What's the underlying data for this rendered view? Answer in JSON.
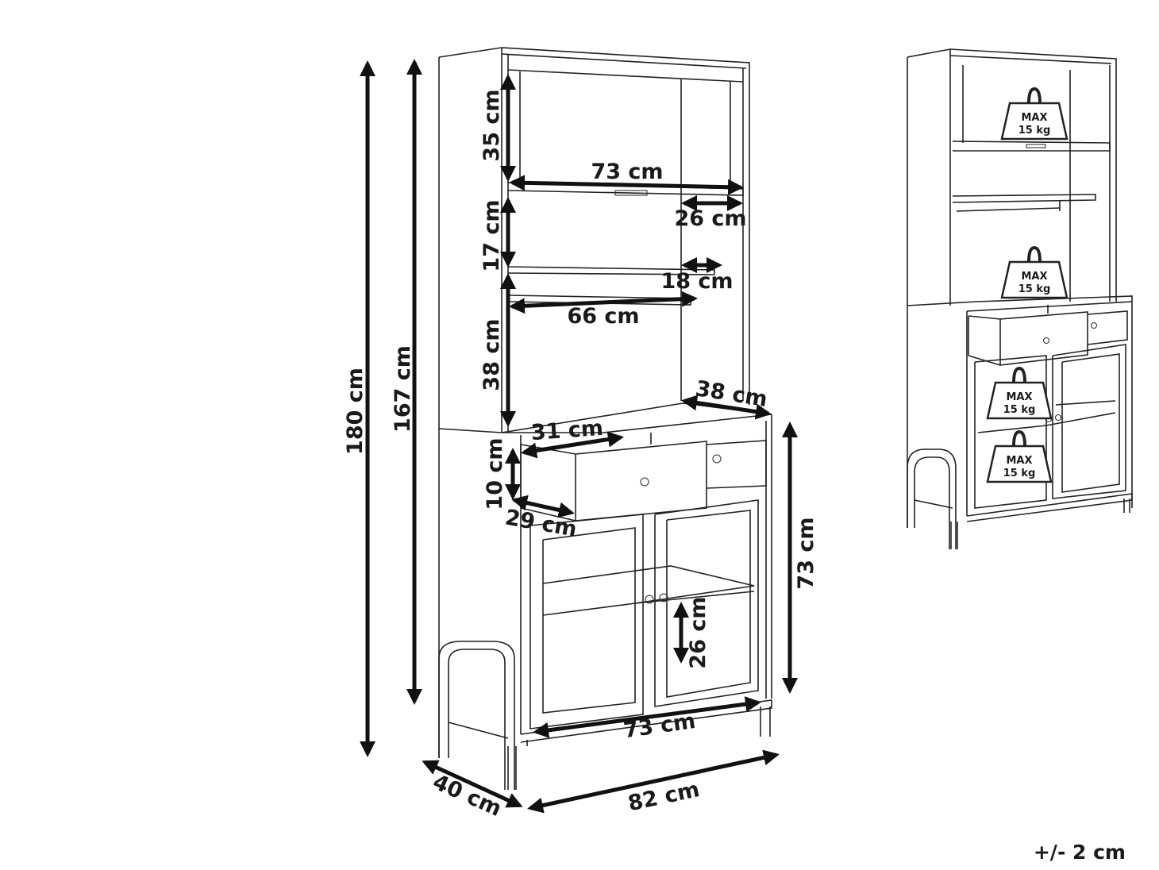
{
  "main_drawing": {
    "labels": {
      "h_total": "180 cm",
      "h_167": "167 cm",
      "h_35": "35 cm",
      "w_73_top": "73 cm",
      "w_26": "26 cm",
      "h_17": "17 cm",
      "w_18": "18 cm",
      "w_66": "66 cm",
      "h_38": "38 cm",
      "d_38": "38 cm",
      "w_31": "31 cm",
      "h_10": "10 cm",
      "d_29": "29 cm",
      "h_73": "73 cm",
      "h_26": "26 cm",
      "w_73_bottom": "73 cm",
      "d_40": "40 cm",
      "w_82": "82 cm"
    }
  },
  "load_drawing": {
    "weights": [
      {
        "line1": "MAX",
        "line2": "15 kg"
      },
      {
        "line1": "MAX",
        "line2": "15 kg"
      },
      {
        "line1": "MAX",
        "line2": "15 kg"
      },
      {
        "line1": "MAX",
        "line2": "15 kg"
      }
    ]
  },
  "tolerance": "+/- 2 cm"
}
